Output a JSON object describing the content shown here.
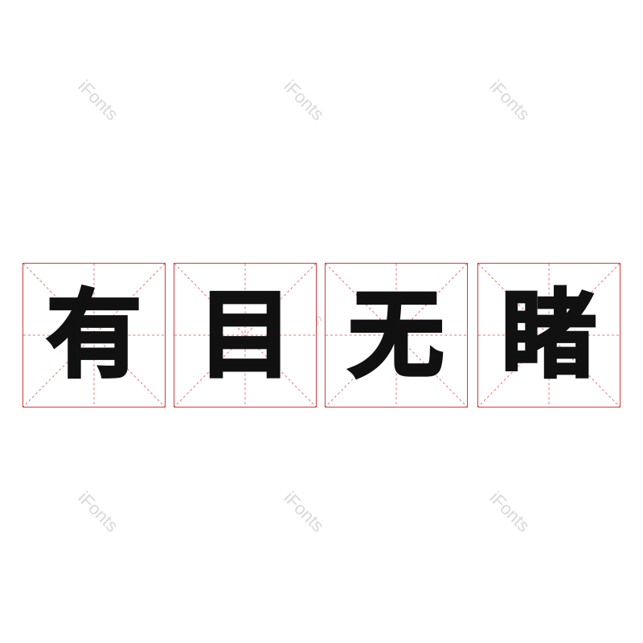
{
  "watermark_text": "iFonts",
  "characters": [
    "有",
    "目",
    "无",
    "睹"
  ],
  "colors": {
    "grid_border": "#d23a3a",
    "grid_guides": "#e57373",
    "glyph": "#111111",
    "watermark": "#d9d9d9"
  }
}
